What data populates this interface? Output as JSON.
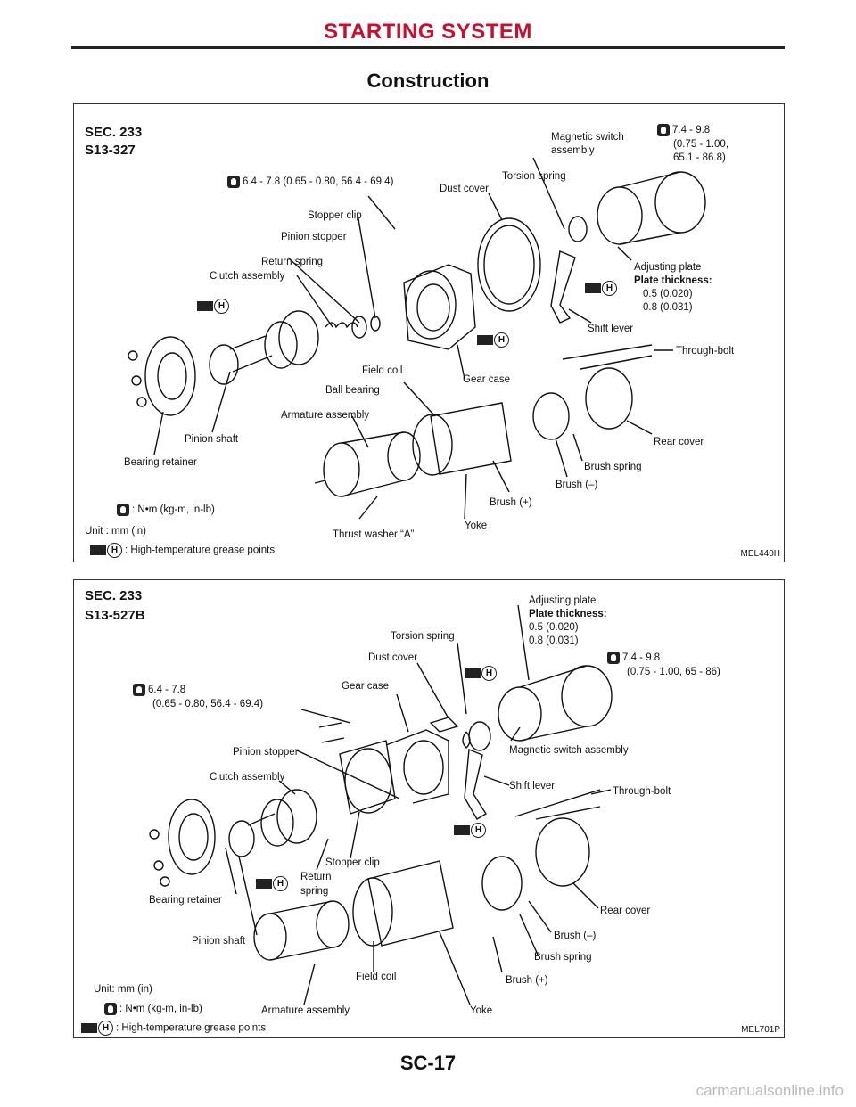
{
  "page": {
    "header": "STARTING SYSTEM",
    "title": "Construction",
    "page_number": "SC-17",
    "watermark": "carmanualsonline.info"
  },
  "figure1": {
    "sec": "SEC. 233",
    "part": "S13-327",
    "ref": "MEL440H",
    "torque_main": "6.4 - 7.8 (0.65 - 0.80, 56.4 - 69.4)",
    "torque_switch_1": "7.4 - 9.8",
    "torque_switch_2": "(0.75 - 1.00,",
    "torque_switch_3": "65.1 - 86.8)",
    "labels": {
      "magnetic_switch_1": "Magnetic switch",
      "magnetic_switch_2": "assembly",
      "torsion_spring": "Torsion spring",
      "dust_cover": "Dust cover",
      "stopper_clip": "Stopper clip",
      "pinion_stopper": "Pinion stopper",
      "return_spring": "Return spring",
      "clutch_assembly": "Clutch assembly",
      "adjusting_plate": "Adjusting plate",
      "plate_thickness": "Plate thickness:",
      "thickness_1": "0.5 (0.020)",
      "thickness_2": "0.8 (0.031)",
      "shift_lever": "Shift lever",
      "through_bolt": "Through-bolt",
      "field_coil": "Field coil",
      "gear_case": "Gear case",
      "ball_bearing": "Ball bearing",
      "armature_assembly": "Armature assembly",
      "pinion_shaft": "Pinion shaft",
      "bearing_retainer": "Bearing retainer",
      "rear_cover": "Rear cover",
      "brush_spring": "Brush spring",
      "brush_minus": "Brush (–)",
      "brush_plus": "Brush (+)",
      "yoke": "Yoke",
      "thrust_washer": "Thrust washer “A”"
    },
    "legend": {
      "torque": ": N•m (kg-m, in-lb)",
      "unit": "Unit : mm (in)",
      "grease": ": High-temperature grease points"
    }
  },
  "figure2": {
    "sec": "SEC. 233",
    "part": "S13-527B",
    "ref": "MEL701P",
    "torque_main_1": "6.4 - 7.8",
    "torque_main_2": "(0.65 - 0.80, 56.4 - 69.4)",
    "torque_switch_1": "7.4 - 9.8",
    "torque_switch_2": "(0.75 - 1.00, 65 - 86)",
    "labels": {
      "adjusting_plate": "Adjusting plate",
      "plate_thickness": "Plate thickness:",
      "thickness_1": "0.5 (0.020)",
      "thickness_2": "0.8 (0.031)",
      "torsion_spring": "Torsion spring",
      "dust_cover": "Dust cover",
      "gear_case": "Gear case",
      "pinion_stopper": "Pinion stopper",
      "magnetic_switch": "Magnetic switch assembly",
      "clutch_assembly": "Clutch assembly",
      "shift_lever": "Shift lever",
      "through_bolt": "Through-bolt",
      "stopper_clip": "Stopper clip",
      "return_1": "Return",
      "return_2": "spring",
      "bearing_retainer": "Bearing retainer",
      "rear_cover": "Rear cover",
      "pinion_shaft": "Pinion shaft",
      "brush_minus": "Brush (–)",
      "brush_spring": "Brush spring",
      "field_coil": "Field coil",
      "brush_plus": "Brush (+)",
      "armature_assembly": "Armature assembly",
      "yoke": "Yoke"
    },
    "legend": {
      "unit": "Unit: mm (in)",
      "torque": ": N•m (kg-m, in-lb)",
      "grease": ": High-temperature grease points"
    }
  }
}
